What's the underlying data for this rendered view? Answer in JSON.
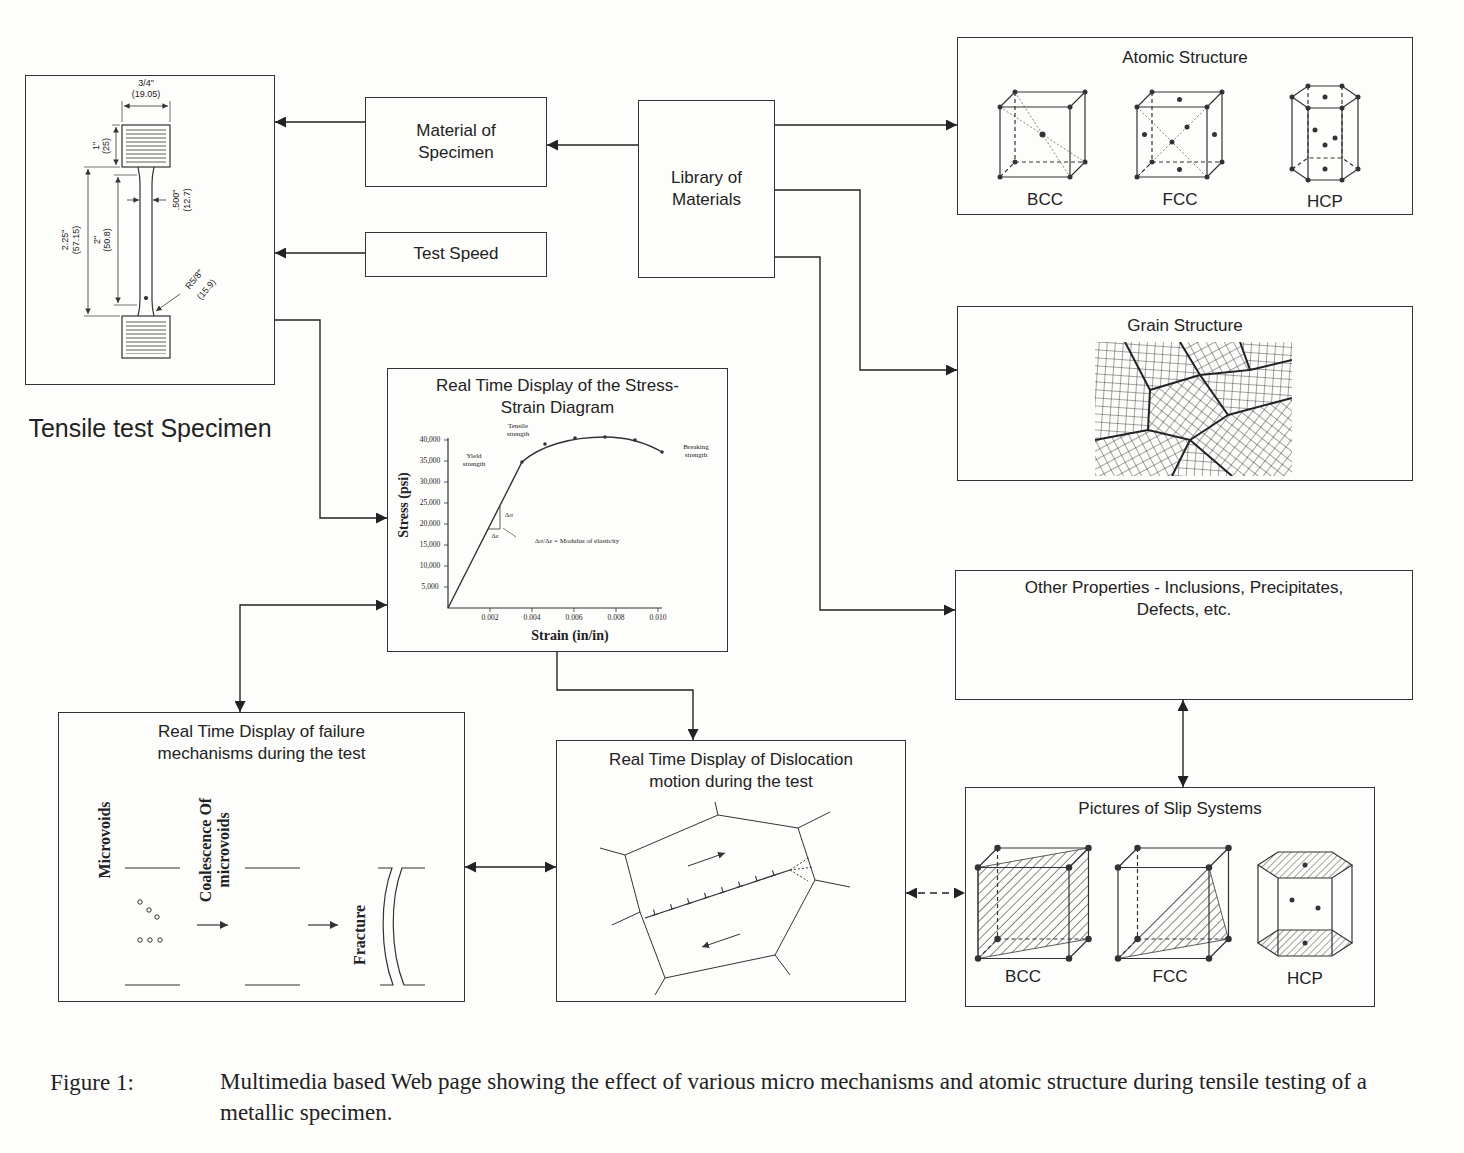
{
  "diagram": {
    "caption": "Multimedia based Web page showing the effect of various micro mechanisms and atomic structure during tensile testing of a metallic specimen.",
    "nodes": [
      {
        "text": [
          "Tensile test Specimen"
        ]
      },
      {
        "text": [
          "Material of Specimen"
        ]
      },
      {
        "text": [
          "Library of Materials"
        ]
      },
      {
        "text": [
          "Atomic Structure"
        ]
      },
      {
        "text": [
          "Test Speed"
        ]
      },
      {
        "text": [
          "Grain Structure"
        ]
      },
      {
        "text": [
          "Real Time Display of the Stress-Strain Diagram"
        ]
      },
      {
        "text": [
          "Other Properties - Inclusions, Precipitates, Defects, etc."
        ]
      },
      {
        "text": [
          "Real Time Display of failure mechanisms during the test"
        ]
      },
      {
        "text": [
          "Real Time Display of Dislocation motion during the test"
        ]
      },
      {
        "text": [
          "Pictures of Slip Systems"
        ]
      }
    ],
    "edges": [
      {
        "from": 1,
        "to": 0,
        "arrow": "to"
      },
      {
        "from": 2,
        "to": 1,
        "arrow": "to"
      },
      {
        "from": 4,
        "to": 0,
        "arrow": "to"
      },
      {
        "from": 2,
        "to": 3,
        "arrow": "to"
      },
      {
        "from": 2,
        "to": 5,
        "arrow": "to"
      },
      {
        "from": 2,
        "to": 7,
        "arrow": "to"
      },
      {
        "from": 0,
        "to": 6,
        "arrow": "to"
      },
      {
        "from": 6,
        "to": 8,
        "arrow": "both"
      },
      {
        "from": 6,
        "to": 9,
        "arrow": "to"
      },
      {
        "from": 8,
        "to": 9,
        "arrow": "both"
      },
      {
        "from": 9,
        "to": 10,
        "arrow": "both"
      },
      {
        "from": 7,
        "to": 10,
        "arrow": "both"
      }
    ],
    "labels": [
      "3/4\"",
      "(19.05)",
      "1\"",
      "(25)",
      ".500\"",
      "(12.7)",
      "2\"",
      "(50.8)",
      "2.25\"",
      "(57.15)",
      "R5/8\"",
      "(15.9)",
      "BCC",
      "FCC",
      "HCP",
      "40,000",
      "35,000",
      "30,000",
      "25,000",
      "20,000",
      "15,000",
      "10,000",
      "5,000",
      "Tensile strength",
      "Yield strength",
      "Breaking strength",
      "Δσ",
      "Δε",
      "Δσ/Δε = Modulus of elasticity",
      "Stress (psi)",
      "0.002",
      "0.004",
      "0.006",
      "0.008",
      "0.010",
      "Strain (in/in)",
      "Microvoids",
      "Coalescence Of microvoids",
      "Fracture",
      "BCC",
      "FCC",
      "HCP",
      "Figure 1:"
    ]
  }
}
